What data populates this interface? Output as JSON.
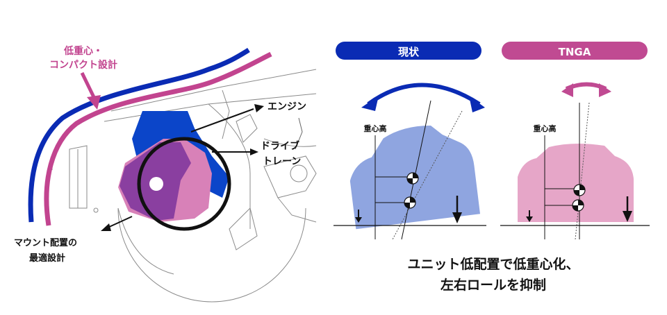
{
  "labels": {
    "low_cg_line1": "低重心・",
    "low_cg_line2": "コンパクト設計",
    "engine": "エンジン",
    "drivetrain_line1": "ドライブ",
    "drivetrain_line2": "トレーン",
    "mount_line1": "マウント配置の",
    "mount_line2": "最適設計"
  },
  "comparison": {
    "current": {
      "title": "現状",
      "cg_label": "重心高",
      "color": "#0a2bb4",
      "body_color": "#8fa5e0"
    },
    "tnga": {
      "title": "TNGA",
      "cg_label": "重心高",
      "color": "#c04a92",
      "body_color": "#e6a6c8"
    }
  },
  "caption": {
    "line1": "ユニット低配置で低重心化、",
    "line2": "左右ロールを抑制"
  },
  "colors": {
    "accent_magenta": "#c2448f",
    "accent_blue": "#0a2bb4",
    "engine_blue": "#0b45c9",
    "drivetrain_pink": "#d881b8",
    "overlap_purple": "#8a3fa0"
  }
}
